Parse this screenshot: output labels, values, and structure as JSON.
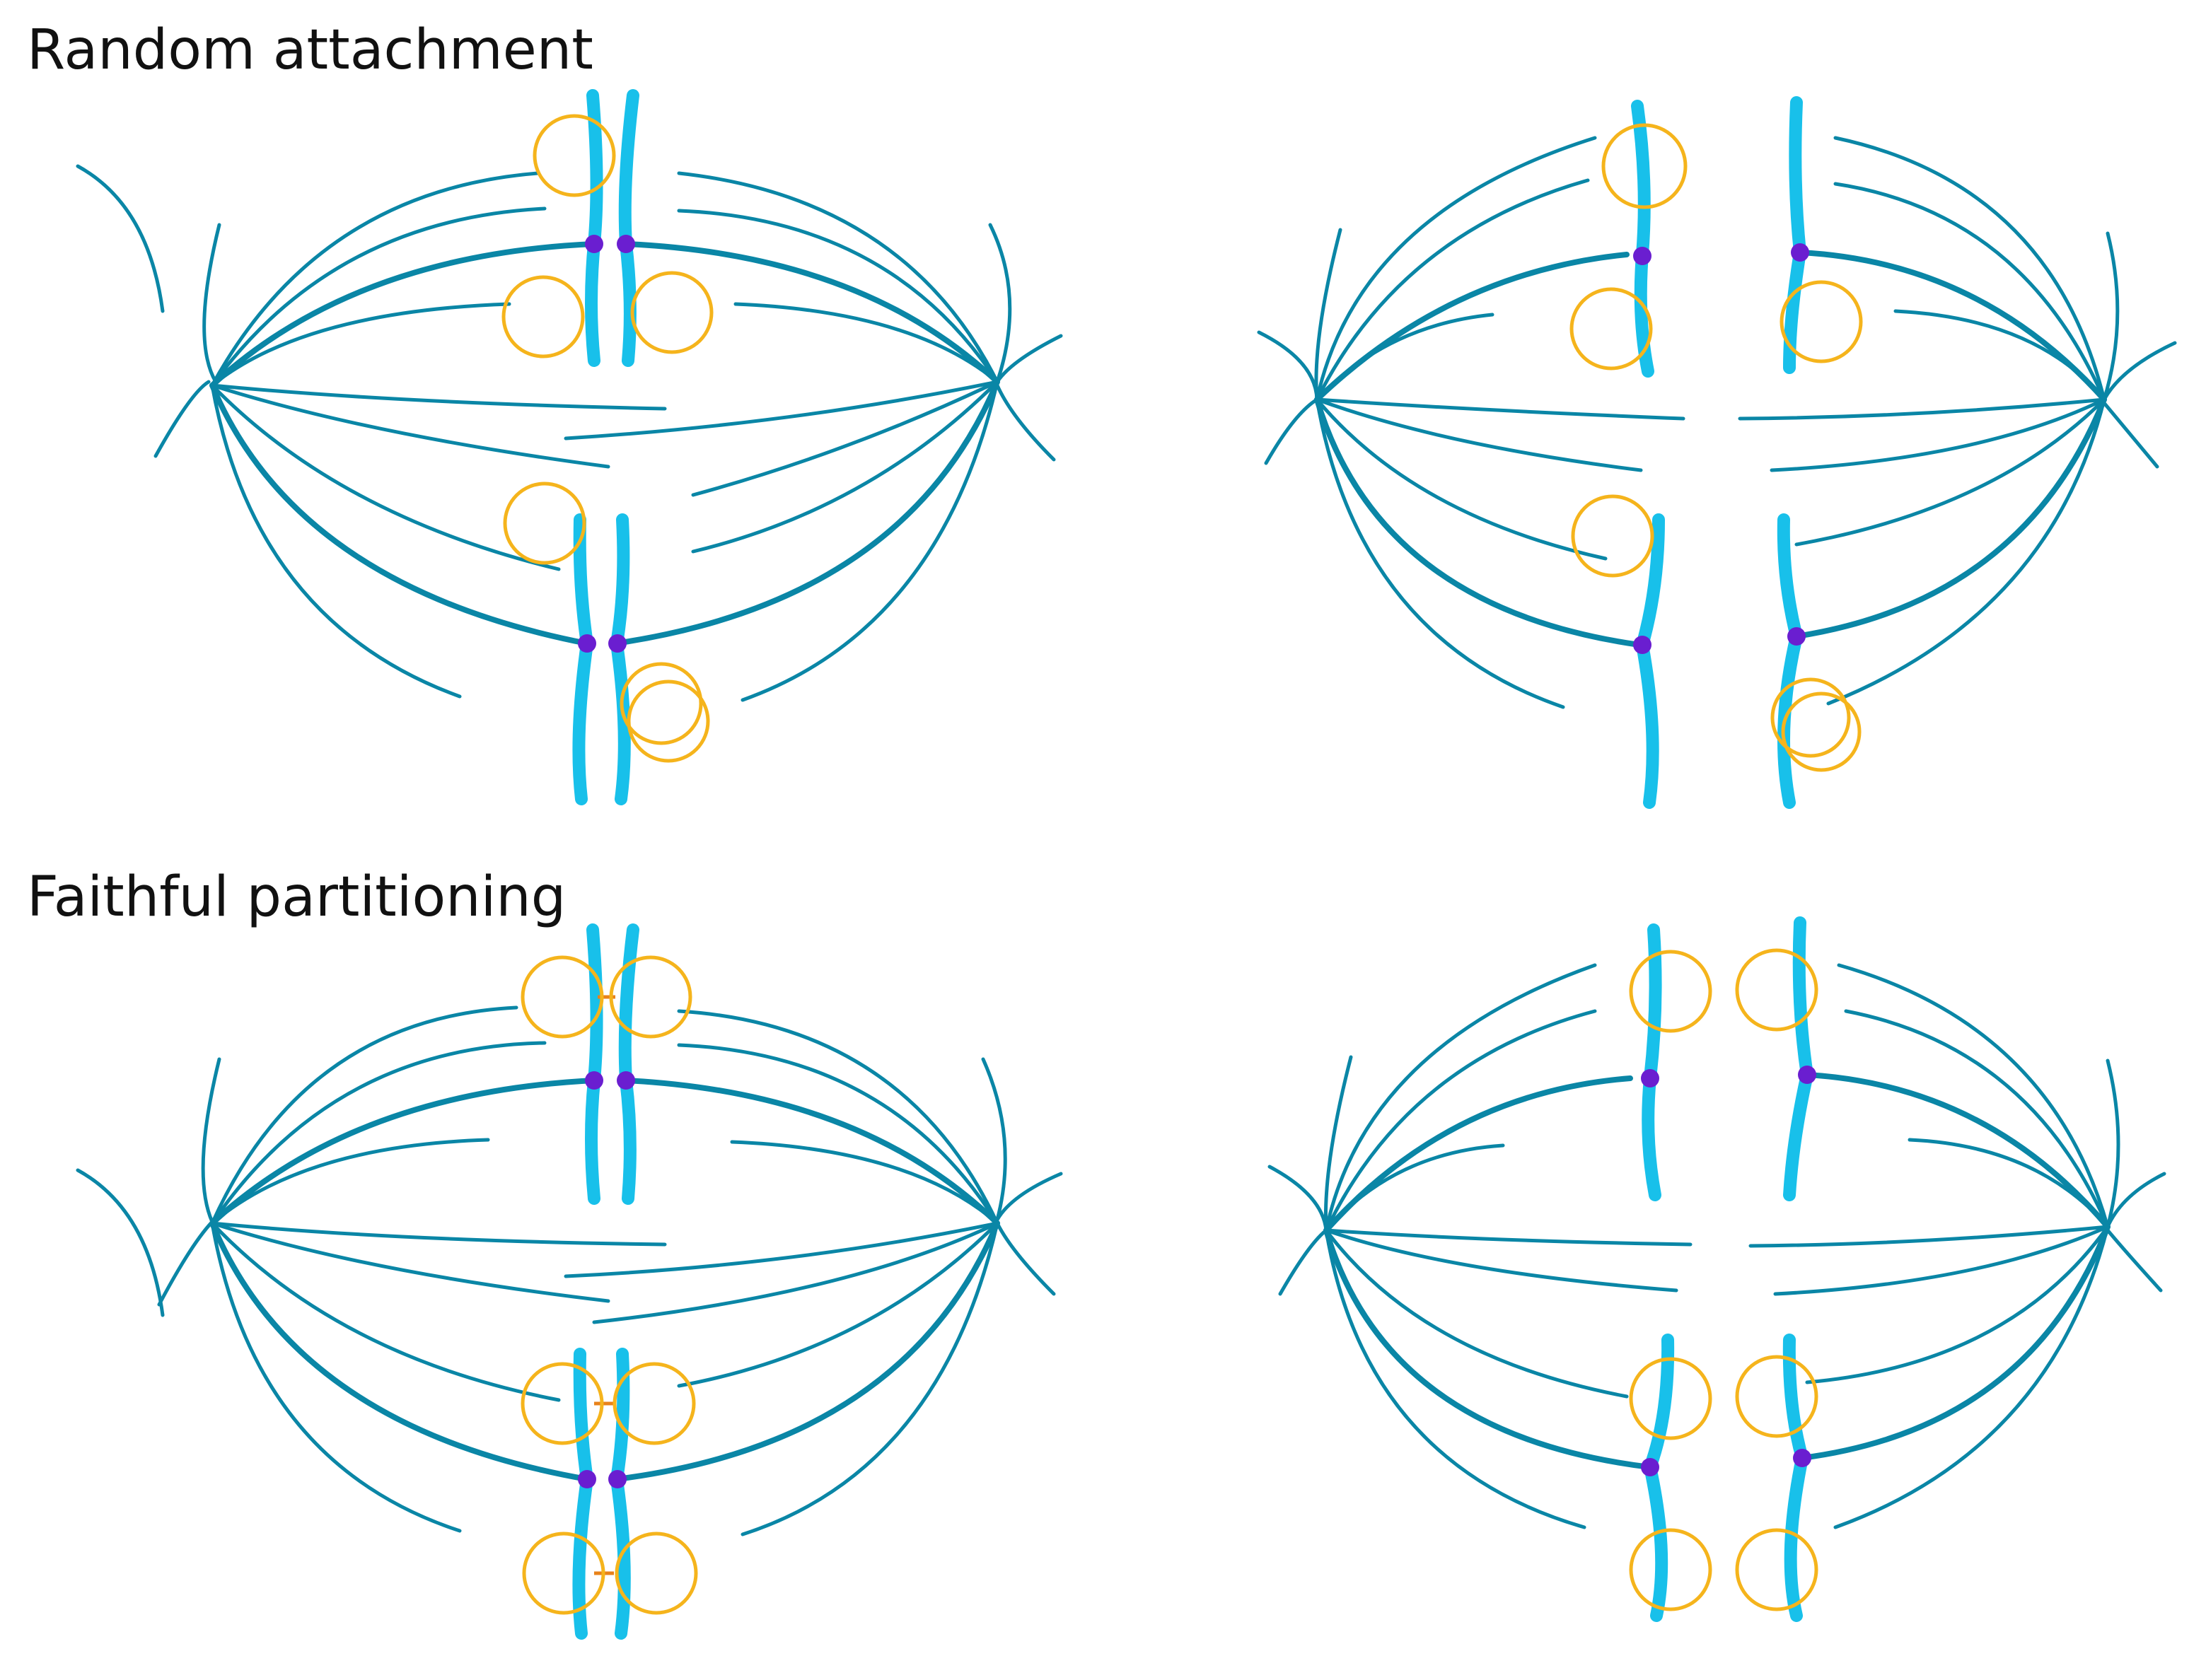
{
  "titles": {
    "top": "Random attachment",
    "bottom": "Faithful partitioning"
  },
  "colors": {
    "microtubule": "#0a86a6",
    "chromosome": "#18c0ea",
    "kinetochore": "#6a1ed0",
    "focus": "#f5b41c",
    "tether": "#e8821a"
  },
  "panels": [
    {
      "name": "random-attachment-metaphase"
    },
    {
      "name": "random-attachment-anaphase"
    },
    {
      "name": "faithful-partitioning-metaphase"
    },
    {
      "name": "faithful-partitioning-anaphase"
    }
  ]
}
